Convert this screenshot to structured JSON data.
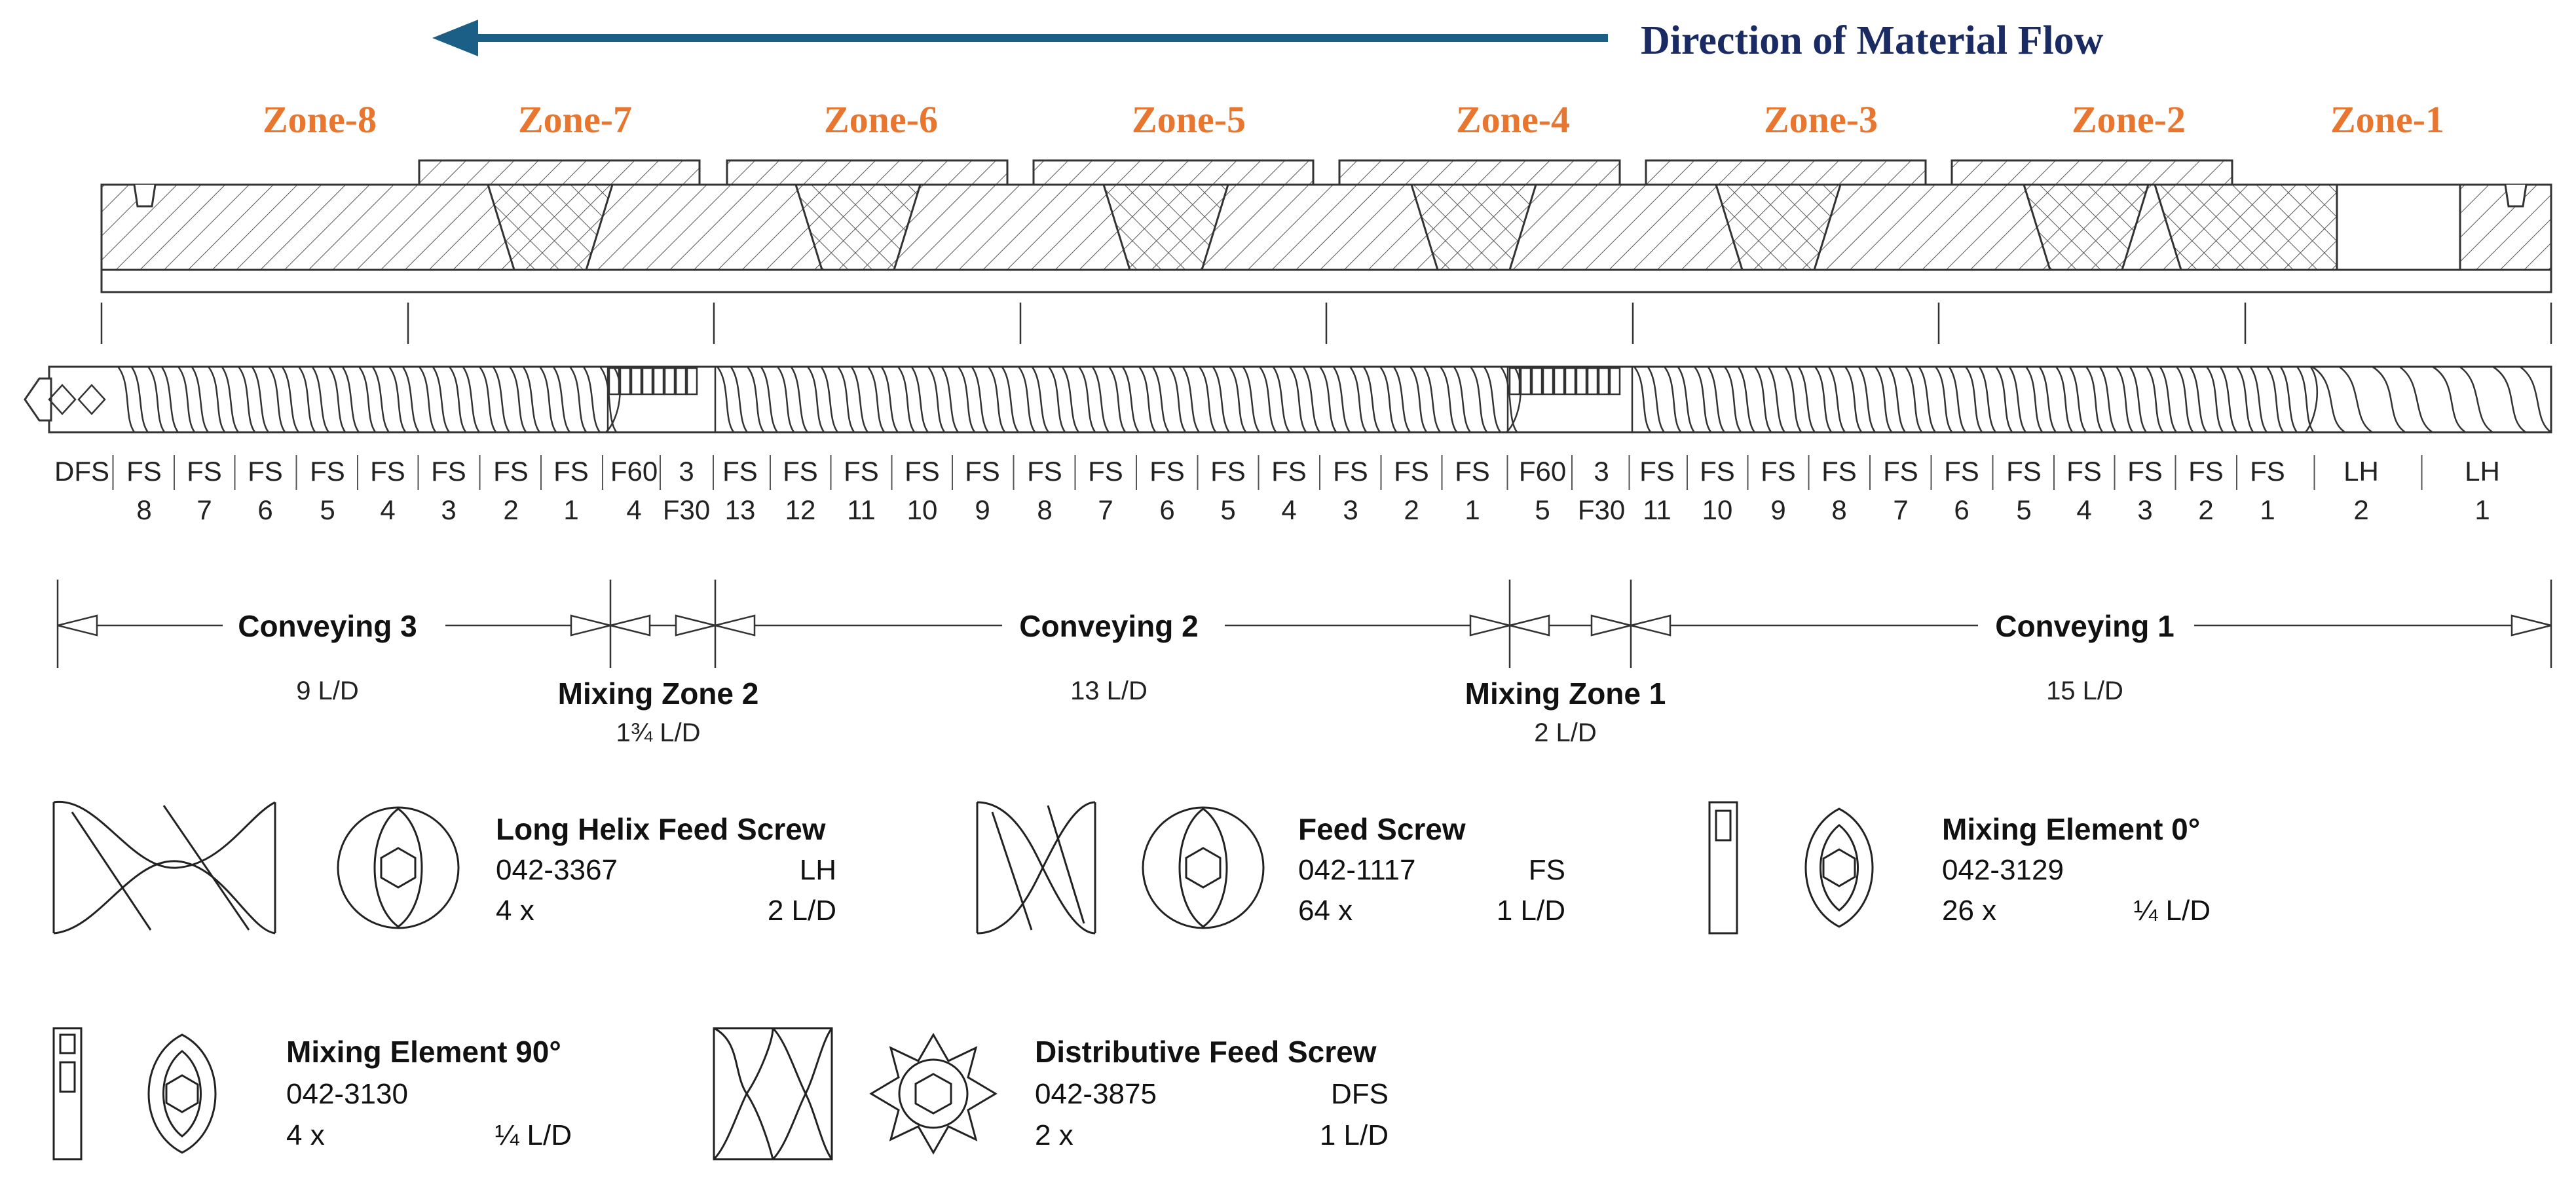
{
  "header": {
    "flow_label": "Direction of Material Flow",
    "arrow_color": "#1b5e86",
    "zone_color": "#e8762f",
    "flow_text_color": "#1a2a63"
  },
  "zones": [
    "Zone-8",
    "Zone-7",
    "Zone-6",
    "Zone-5",
    "Zone-4",
    "Zone-3",
    "Zone-2",
    "Zone-1"
  ],
  "segments": [
    {
      "type": "DFS",
      "num": ""
    },
    {
      "type": "FS",
      "num": "8"
    },
    {
      "type": "FS",
      "num": "7"
    },
    {
      "type": "FS",
      "num": "6"
    },
    {
      "type": "FS",
      "num": "5"
    },
    {
      "type": "FS",
      "num": "4"
    },
    {
      "type": "FS",
      "num": "3"
    },
    {
      "type": "FS",
      "num": "2"
    },
    {
      "type": "FS",
      "num": "1"
    },
    {
      "type": "F60",
      "num": "4"
    },
    {
      "type": "3",
      "num": "F30"
    },
    {
      "type": "FS",
      "num": "13"
    },
    {
      "type": "FS",
      "num": "12"
    },
    {
      "type": "FS",
      "num": "11"
    },
    {
      "type": "FS",
      "num": "10"
    },
    {
      "type": "FS",
      "num": "9"
    },
    {
      "type": "FS",
      "num": "8"
    },
    {
      "type": "FS",
      "num": "7"
    },
    {
      "type": "FS",
      "num": "6"
    },
    {
      "type": "FS",
      "num": "5"
    },
    {
      "type": "FS",
      "num": "4"
    },
    {
      "type": "FS",
      "num": "3"
    },
    {
      "type": "FS",
      "num": "2"
    },
    {
      "type": "FS",
      "num": "1"
    },
    {
      "type": "F60",
      "num": "5"
    },
    {
      "type": "3",
      "num": "F30"
    },
    {
      "type": "FS",
      "num": "11"
    },
    {
      "type": "FS",
      "num": "10"
    },
    {
      "type": "FS",
      "num": "9"
    },
    {
      "type": "FS",
      "num": "8"
    },
    {
      "type": "FS",
      "num": "7"
    },
    {
      "type": "FS",
      "num": "6"
    },
    {
      "type": "FS",
      "num": "5"
    },
    {
      "type": "FS",
      "num": "4"
    },
    {
      "type": "FS",
      "num": "3"
    },
    {
      "type": "FS",
      "num": "2"
    },
    {
      "type": "FS",
      "num": "1"
    },
    {
      "type": "LH",
      "num": "2"
    },
    {
      "type": "LH",
      "num": "1"
    }
  ],
  "sections": {
    "conveying3": {
      "name": "Conveying 3",
      "ld": "9 L/D"
    },
    "mixing2": {
      "name": "Mixing Zone 2",
      "ld": "1¾ L/D"
    },
    "conveying2": {
      "name": "Conveying 2",
      "ld": "13 L/D"
    },
    "mixing1": {
      "name": "Mixing Zone 1",
      "ld": "2 L/D"
    },
    "conveying1": {
      "name": "Conveying 1",
      "ld": "15 L/D"
    }
  },
  "legend": {
    "lh": {
      "name": "Long Helix Feed Screw",
      "part": "042-3367",
      "code": "LH",
      "qty": "4 x",
      "ld": "2 L/D",
      "icon": "long-helix-screw-icon"
    },
    "fs": {
      "name": "Feed Screw",
      "part": "042-1117",
      "code": "FS",
      "qty": "64 x",
      "ld": "1 L/D",
      "icon": "feed-screw-icon"
    },
    "m0": {
      "name": "Mixing Element 0°",
      "part": "042-3129",
      "code": "",
      "qty": "26 x",
      "ld": "¼ L/D",
      "icon": "mixing-element-0-icon"
    },
    "m90": {
      "name": "Mixing Element 90°",
      "part": "042-3130",
      "code": "",
      "qty": "4 x",
      "ld": "¼ L/D",
      "icon": "mixing-element-90-icon"
    },
    "dfs": {
      "name": "Distributive Feed Screw",
      "part": "042-3875",
      "code": "DFS",
      "qty": "2 x",
      "ld": "1 L/D",
      "icon": "distributive-feed-screw-icon"
    }
  }
}
